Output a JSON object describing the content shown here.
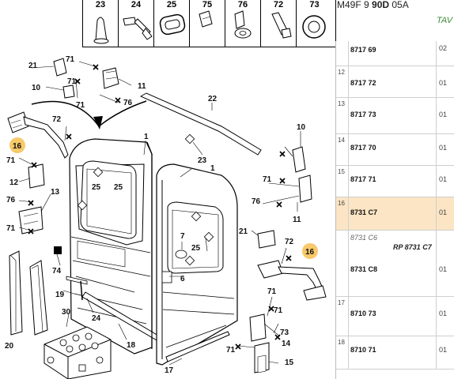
{
  "header": {
    "code_prefix": "M49F 9 ",
    "code_bold": "90D",
    "code_suffix": " 05A",
    "tab_label": "TAV"
  },
  "legend_strip": {
    "numbers": [
      "23",
      "24",
      "25",
      "75",
      "76",
      "72",
      "73"
    ]
  },
  "callouts": [
    "21",
    "71",
    "10",
    "71",
    "11",
    "76",
    "71",
    "72",
    "16",
    "22",
    "1",
    "10",
    "71",
    "12",
    "76",
    "13",
    "71",
    "25",
    "25",
    "23",
    "71",
    "76",
    "11",
    "1",
    "6",
    "7",
    "25",
    "20",
    "74",
    "19",
    "30",
    "24",
    "18",
    "21",
    "72",
    "16",
    "71",
    "73",
    "17",
    "14",
    "15",
    "71",
    "71"
  ],
  "parts_table": {
    "rows": [
      {
        "idx": "",
        "ref": "8717 69",
        "qty": "02"
      },
      {
        "idx": "12",
        "ref": "8717 72",
        "qty": "01"
      },
      {
        "idx": "13",
        "ref": "8717 73",
        "qty": "01"
      },
      {
        "idx": "14",
        "ref": "8717 70",
        "qty": "01"
      },
      {
        "idx": "15",
        "ref": "8717 71",
        "qty": "01"
      },
      {
        "idx": "16",
        "ref": "8731 C7",
        "qty": "01"
      },
      {
        "idx": "",
        "ref": "8731 C8",
        "qty": "01",
        "alt": "8731 C6",
        "rp": "RP 8731 C7"
      },
      {
        "idx": "17",
        "ref": "8710 73",
        "qty": "01"
      },
      {
        "idx": "18",
        "ref": "8710 71",
        "qty": "01"
      }
    ],
    "highlight_color": "#fbe5c4",
    "callout_highlight_color": "#f7c96a"
  }
}
